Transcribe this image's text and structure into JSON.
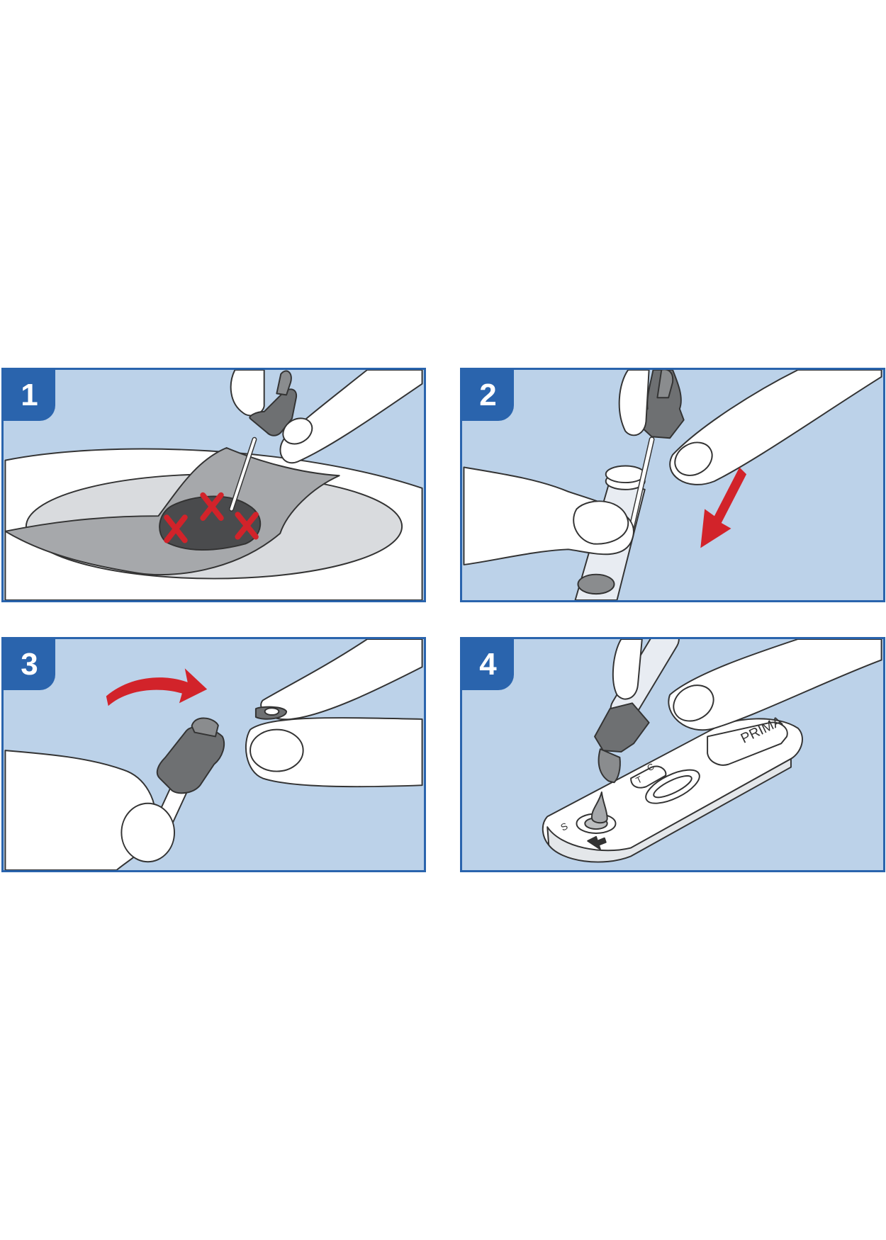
{
  "steps": [
    {
      "number": "1"
    },
    {
      "number": "2"
    },
    {
      "number": "3"
    },
    {
      "number": "4"
    }
  ],
  "device": {
    "brand": "PRIMA",
    "control_label": "C",
    "test_label": "T",
    "sample_label": "S"
  },
  "colors": {
    "panel_bg": "#bcd2e9",
    "border": "#2a64ad",
    "accent_red": "#d2232a",
    "ink": "#333333"
  }
}
